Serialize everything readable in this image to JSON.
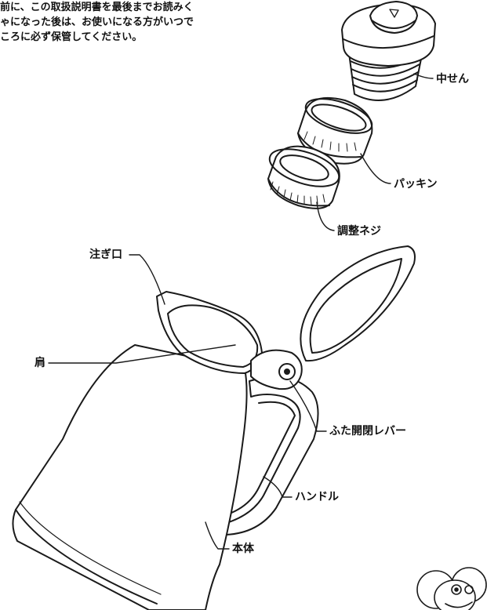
{
  "intro_text": [
    "前に、この取扱説明書を最後までお読みく",
    "ゃになった後は、お使いになる方がいつで",
    "ころに必ず保管してください。"
  ],
  "parts": {
    "nakasen": "中せん",
    "packing": "パッキン",
    "chousei_neji": "調整ネジ",
    "sosogiguchi": "注ぎ口",
    "kata": "肩",
    "futa_lever": "ふた開閉レバー",
    "handle": "ハンドル",
    "hontai": "本体"
  },
  "colors": {
    "line": "#1a1a1a",
    "background": "#ffffff"
  }
}
